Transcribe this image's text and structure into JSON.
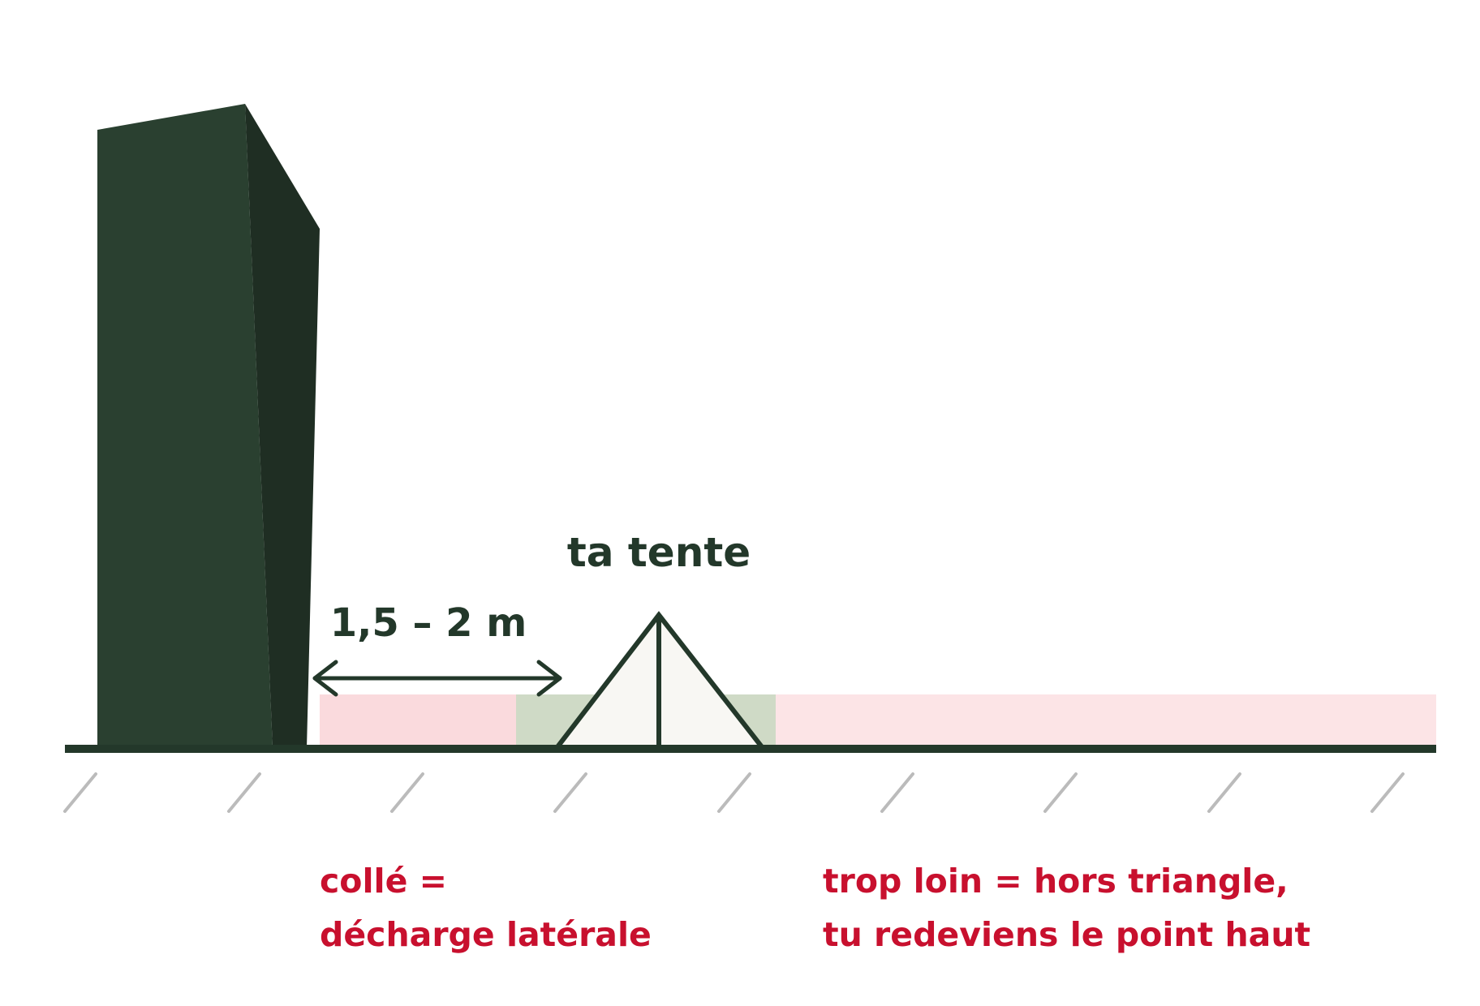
{
  "labels": {
    "tent": "ta tente",
    "distance": "1,5 – 2 m",
    "left_warning_line1": "collé =",
    "left_warning_line2": "décharge latérale",
    "right_warning_line1": "trop loin = hors triangle,",
    "right_warning_line2": "tu redeviens le point haut"
  },
  "colors": {
    "tree_front": "#2a4030",
    "tree_side": "#1f2e23",
    "ground": "#23382a",
    "danger_zone": "#fadadd",
    "safe_zone": "#cfdac6",
    "tent_fill": "#f8f7f3",
    "warning_text": "#c8102e",
    "label_text": "#23382a",
    "hatch": "#bbbbbb"
  }
}
